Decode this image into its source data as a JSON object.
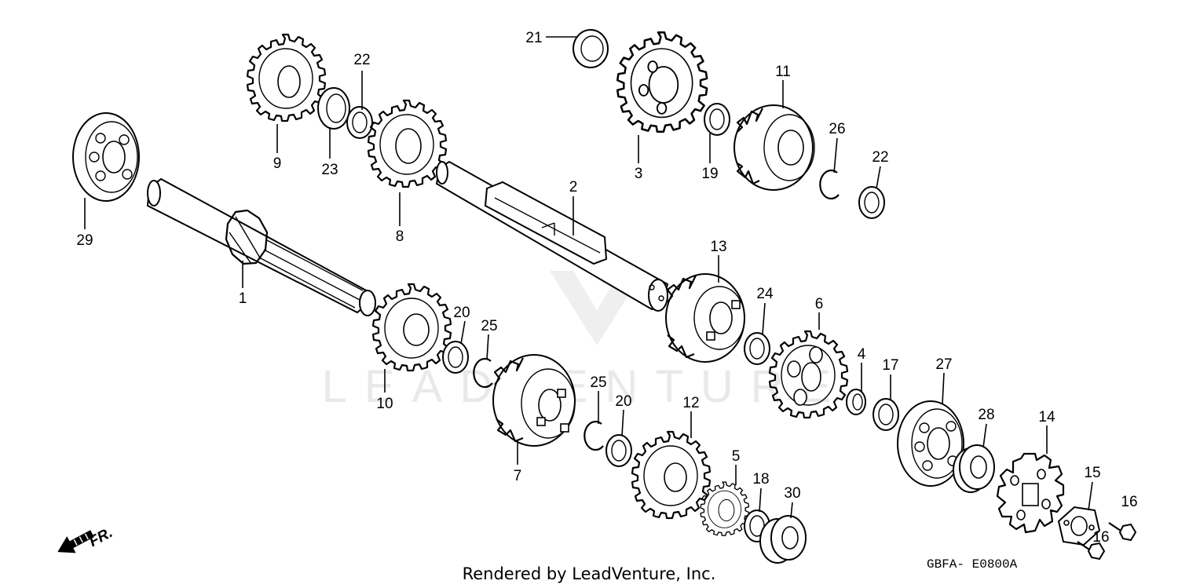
{
  "diagram": {
    "footer_text": "Rendered by LeadVenture, Inc.",
    "diagram_code": "GBFA- E0800A",
    "direction_label": "FR.",
    "watermark_text": "LEADVENTURE",
    "callouts": {
      "c1": "1",
      "c2": "2",
      "c3": "3",
      "c4": "4",
      "c5": "5",
      "c6": "6",
      "c7": "7",
      "c8": "8",
      "c9": "9",
      "c10": "10",
      "c11": "11",
      "c12": "12",
      "c13": "13",
      "c14": "14",
      "c15": "15",
      "c16a": "16",
      "c16b": "16",
      "c17": "17",
      "c18": "18",
      "c19": "19",
      "c20a": "20",
      "c20b": "20",
      "c21": "21",
      "c22a": "22",
      "c22b": "22",
      "c23": "23",
      "c24": "24",
      "c25a": "25",
      "c25b": "25",
      "c26": "26",
      "c27": "27",
      "c28": "28",
      "c29": "29",
      "c30": "30"
    }
  }
}
